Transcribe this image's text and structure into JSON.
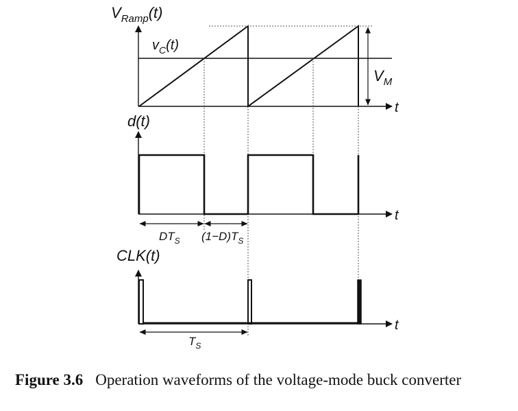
{
  "labels": {
    "vramp_main": "V",
    "vramp_sub": "Ramp",
    "vramp_arg": "(t)",
    "vc_main": "v",
    "vc_sub": "C",
    "vc_arg": "(t)",
    "vm_main": "V",
    "vm_sub": "M",
    "d_label": "d(t)",
    "clk_label": "CLK(t)",
    "t_axis_1": "t",
    "t_axis_2": "t",
    "t_axis_3": "t",
    "dts_main": "DT",
    "dts_sub": "S",
    "one_minus_main": "(1−D)T",
    "one_minus_sub": "S",
    "ts_main": "T",
    "ts_sub": "S"
  },
  "caption": {
    "figure_number": "Figure 3.6",
    "text": "Operation waveforms of the voltage-mode buck converter"
  },
  "colors": {
    "ink": "#111111",
    "dashed": "#555555"
  }
}
